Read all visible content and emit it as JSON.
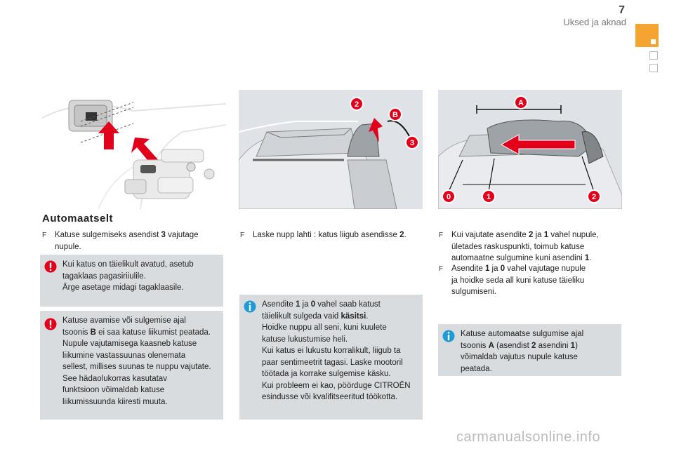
{
  "header": {
    "page_number": "7",
    "section_title": "Uksed ja aknad"
  },
  "colors": {
    "accent": "#f5a431",
    "panel_bg": "#d9dcdf",
    "warning_red": "#e3001b",
    "info_blue": "#1e9ad6"
  },
  "illustrations": {
    "fig1": {
      "labels": []
    },
    "fig2": {
      "labels": [
        "2",
        "B",
        "3"
      ]
    },
    "fig3": {
      "labels": [
        "A",
        "0",
        "1",
        "2"
      ]
    }
  },
  "col1": {
    "heading": "Automaatselt",
    "step1": {
      "pre": "Katuse sulgemiseks asendist ",
      "b": "3",
      "post": " vajutage",
      "line2": "nupule."
    },
    "warning1": {
      "lines": [
        "Kui katus on täielikult avatud, asetub",
        "tagaklaas pagasiriiulile.",
        "Ärge asetage midagi tagaklaasile."
      ]
    },
    "warning2": {
      "line1": "Katuse avamise või sulgemise ajal",
      "line2_pre": "tsoonis ",
      "line2_b": "B",
      "line2_post": " ei saa katuse liikumist peatada.",
      "rest": [
        "Nupule vajutamisega kaasneb katuse",
        "liikumine vastassuunas olenemata",
        "sellest, millises suunas te nuppu vajutate.",
        "See hädaolukorras kasutatav",
        "funktsioon võimaldab katuse",
        "liikumissuunda kiiresti muuta."
      ]
    }
  },
  "col2": {
    "step1": {
      "pre": "Laske nupp lahti : katus liigub asendisse ",
      "b": "2",
      "post": "."
    },
    "info": {
      "l1_pre": "Asendite ",
      "l1_b1": "1",
      "l1_mid": " ja ",
      "l1_b2": "0",
      "l1_post": " vahel saab katust",
      "l2_pre": "täielikult sulgeda vaid ",
      "l2_b": "käsitsi",
      "l2_post": ".",
      "rest": [
        "Hoidke nuppu all seni, kuni kuulete",
        "katuse lukustumise heli.",
        "Kui katus ei lukustu korralikult, liigub ta",
        "paar sentimeetrit tagasi. Laske mootoril",
        "töötada ja korrake sulgemise käsku.",
        "Kui probleem ei kao, pöörduge CITROËN",
        "esindusse või kvalifitseeritud töökotta."
      ]
    }
  },
  "col3": {
    "step1": {
      "l1_pre": "Kui vajutate asendite ",
      "l1_b1": "2",
      "l1_mid": " ja ",
      "l1_b2": "1",
      "l1_post": " vahel nupule,",
      "l2": "ületades raskuspunkti, toimub katuse",
      "l3_pre": "automaatne sulgumine kuni asendini ",
      "l3_b": "1",
      "l3_post": "."
    },
    "step2": {
      "l1_pre": "Asendite ",
      "l1_b1": "1",
      "l1_mid": " ja ",
      "l1_b2": "0",
      "l1_post": " vahel vajutage nupule",
      "l2": "ja hoidke seda all kuni katuse täieliku",
      "l3": "sulgumiseni."
    },
    "info": {
      "l1": "Katuse automaatse sulgumise ajal",
      "l2_pre": "tsoonis ",
      "l2_b1": "A",
      "l2_mid": " (asendist ",
      "l2_b2": "2",
      "l2_mid2": " asendini ",
      "l2_b3": "1",
      "l2_post": ")",
      "l3": "võimaldab vajutus nupule katuse",
      "l4": "peatada."
    }
  },
  "footer": {
    "watermark": "carmanualsonline.info"
  },
  "bullet_glyph": "F"
}
